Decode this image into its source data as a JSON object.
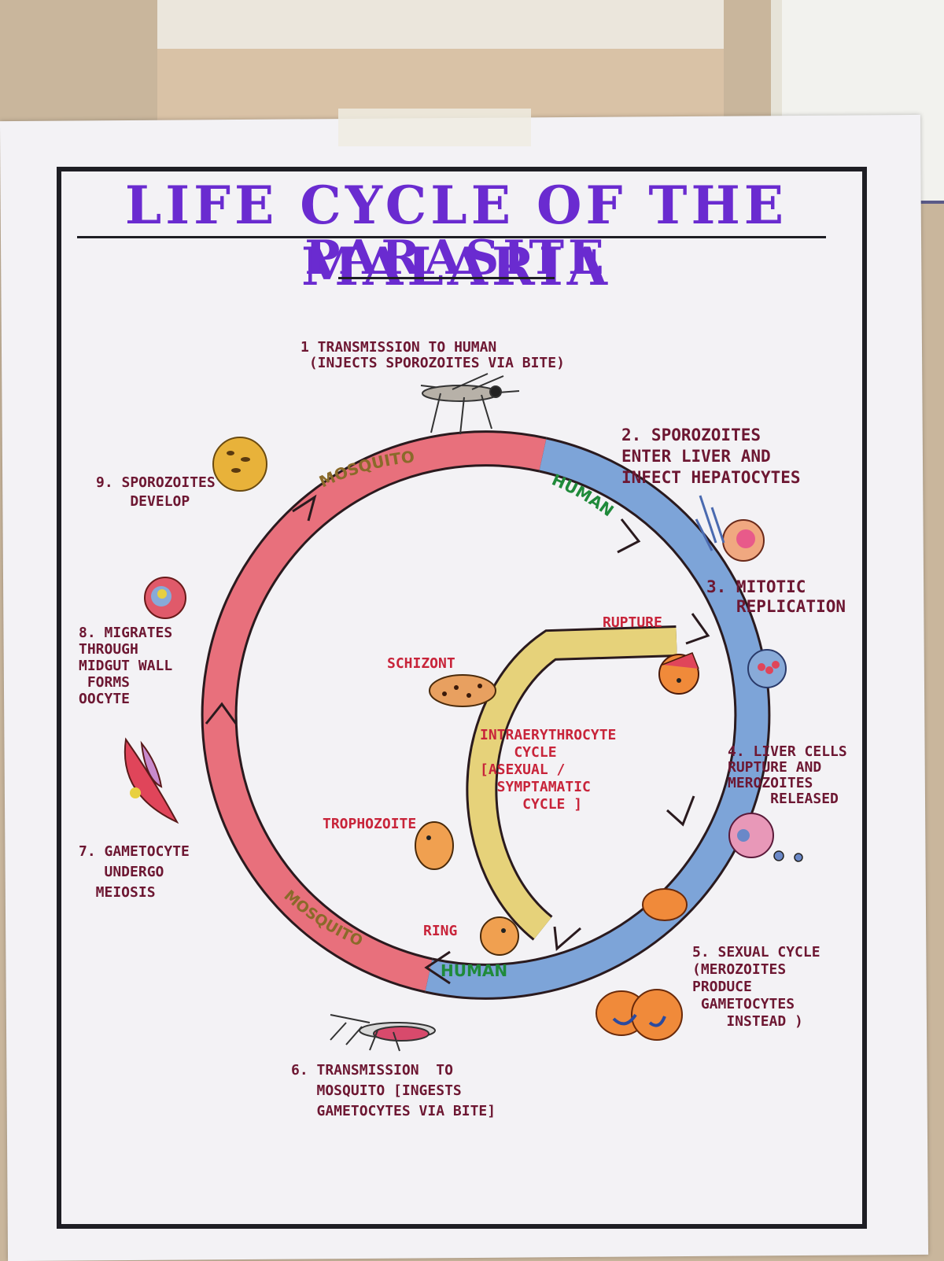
{
  "poster": {
    "title_line1": "LIFE CYCLE OF THE MALARIA",
    "title_line2": "PARASITE"
  },
  "ring_labels": {
    "mosquito_top": "MOSQUITO",
    "human_top": "HUMAN",
    "mosquito_bottom": "MOSQUITO",
    "human_bottom": "HUMAN"
  },
  "inner_cycle": {
    "rupture": "RUPTURE",
    "schizont": "SCHIZONT",
    "trophozoite": "TROPHOZOITE",
    "ring": "RING",
    "center_text": "INTRAERYTHROCYTE\n    CYCLE\n[ASEXUAL /\n  SYMPTAMATIC\n     CYCLE ]"
  },
  "steps": [
    {
      "text": "1 TRANSMISSION TO HUMAN\n (INJECTS SPOROZOITES VIA BITE)"
    },
    {
      "text": "2. SPOROZOITES\nENTER LIVER AND\nINFECT HEPATOCYTES"
    },
    {
      "text": "3. MITOTIC\n   REPLICATION"
    },
    {
      "text": "4. LIVER CELLS\nRUPTURE AND\nMEROZOITES\n     RELEASED"
    },
    {
      "text": "5. SEXUAL CYCLE\n(MEROZOITES\nPRODUCE\n GAMETOCYTES\n    INSTEAD )"
    },
    {
      "text": "6. TRANSMISSION  TO\n   MOSQUITO [INGESTS\n   GAMETOCYTES VIA BITE]"
    },
    {
      "text": "7. GAMETOCYTE\n   UNDERGO\n  MEIOSIS"
    },
    {
      "text": "8. MIGRATES\nTHROUGH\nMIDGUT WALL\n FORMS\nOOCYTE"
    },
    {
      "text": "9. SPOROZOITES\n    DEVELOP"
    }
  ],
  "colors": {
    "title": "#6a2bd0",
    "step_text": "#6d1732",
    "mosquito_arc": "#e8707c",
    "human_arc": "#7da4d8",
    "inner_arc": "#e6d27a"
  }
}
